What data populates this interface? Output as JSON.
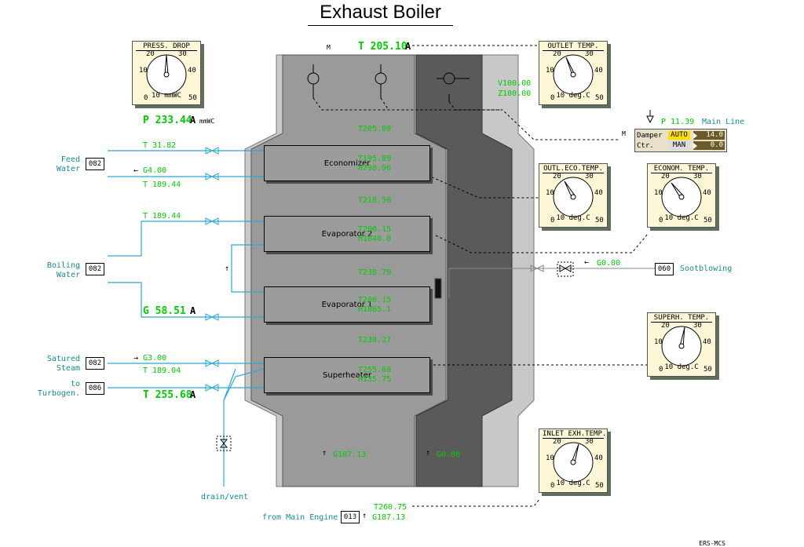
{
  "title": "Exhaust Boiler",
  "footer": "ERS-MCS",
  "colors": {
    "process": "#00cc00",
    "pipe": "#2aa8d8",
    "label": "#148c8c",
    "boiler_outer": "#c8c8c8",
    "boiler_inner": "#9a9a9a",
    "bypass": "#5a5a5a"
  },
  "gauges": {
    "press_drop": {
      "title": "PRESS. DROP",
      "ticks": [
        "0",
        "10",
        "20",
        "30",
        "40",
        "50"
      ],
      "unit": "10 mmWC",
      "reading": "P 233.44",
      "flag": "A",
      "reading_unit": "mmWC"
    },
    "outlet_temp": {
      "title": "OUTLET TEMP.",
      "ticks": [
        "0",
        "10",
        "20",
        "30",
        "40",
        "50"
      ],
      "unit": "10 deg.C"
    },
    "outl_eco_temp": {
      "title": "OUTL.ECO.TEMP.",
      "ticks": [
        "0",
        "10",
        "20",
        "30",
        "40",
        "50"
      ],
      "unit": "10 deg.C"
    },
    "econom_temp": {
      "title": "ECONOM. TEMP.",
      "ticks": [
        "0",
        "10",
        "20",
        "30",
        "40",
        "50"
      ],
      "unit": "10 deg.C"
    },
    "superh_temp": {
      "title": "SUPERH. TEMP.",
      "ticks": [
        "0",
        "10",
        "20",
        "30",
        "40",
        "50"
      ],
      "unit": "10 deg.C"
    },
    "inlet_exh_temp": {
      "title": "INLET EXH.TEMP.",
      "ticks": [
        "0",
        "10",
        "20",
        "30",
        "40",
        "50"
      ],
      "unit": "10 deg.C"
    }
  },
  "top": {
    "m_label": "M",
    "t_outlet": "T 205.10",
    "flag": "A",
    "v_value": "V100.00",
    "z_value": "Z100.00"
  },
  "damper": {
    "m_label": "M",
    "p_value": "P 11.39",
    "main_line": "Main Line",
    "rows": [
      {
        "name": "Damper",
        "mode": "AUTO",
        "value": "14.0"
      },
      {
        "name": "Ctr.",
        "mode": "MAN",
        "value": "0.0"
      }
    ]
  },
  "exchangers": {
    "economizer": "Economizer",
    "evap2": "Evaporator 2",
    "evap1": "Evaporator 1",
    "superheater": "Superheater"
  },
  "inner_values": {
    "t_top": "T205.09",
    "econ_t": "T195.89",
    "econ_h": "H798.96",
    "t_mid1": "T218.50",
    "ev2_t": "T200.15",
    "ev2_h": "H1848.8",
    "t_mid2": "T238.79",
    "ev1_t": "T200.15",
    "ev1_h": "H1865.1",
    "t_mid3": "T238.27",
    "sh_t": "T255.68",
    "sh_h": "H135.75",
    "g_bottom": "G187.13",
    "g_bypass": "G0.00",
    "arrow_up": "↑"
  },
  "left": {
    "feed_water": "Feed\nWater",
    "tag_feed": "082",
    "feed_t": "T 31.82",
    "feed_g": "G4.00",
    "feed_g_arrow": "←",
    "feed_t2": "T 189.44",
    "boiling_water": "Boiling\nWater",
    "tag_boil": "082",
    "boil_t": "T 189.44",
    "boil_g": "G 58.51",
    "boil_flag": "A",
    "up_arrow": "↑",
    "satured_steam": "Satured\nSteam",
    "tag_steam": "082",
    "steam_g": "G3.00",
    "steam_g_arrow": "→",
    "steam_t": "T 189.04",
    "to_turbogen": "to\nTurbogen.",
    "tag_turbo": "086",
    "turbo_t": "T 255.68",
    "turbo_flag": "A",
    "drain_vent": "drain/vent"
  },
  "sootblowing": {
    "g_value": "G0.00",
    "arrow": "←",
    "tag": "060",
    "label": "Sootblowing"
  },
  "bottom": {
    "t_value": "T260.75",
    "from_label": "from Main Engine",
    "tag": "013",
    "g_value": "G187.13",
    "arrow": "↑"
  }
}
